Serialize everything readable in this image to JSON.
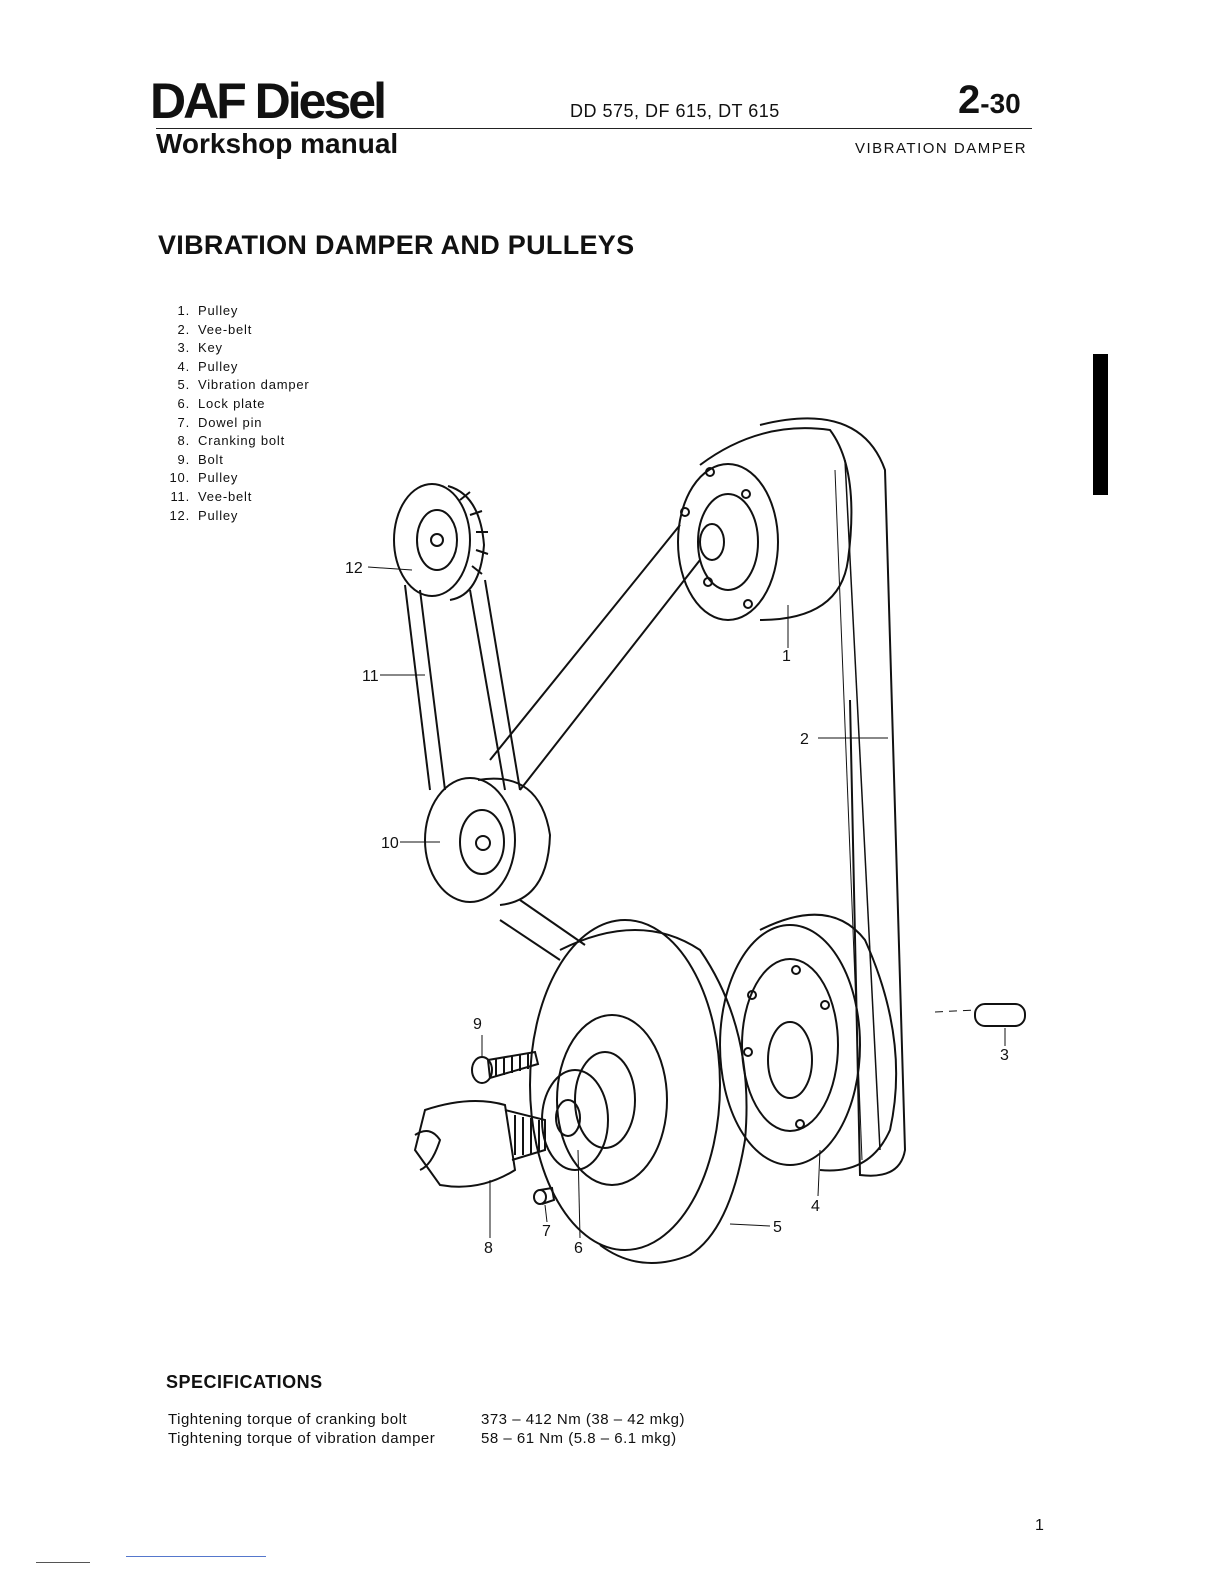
{
  "header": {
    "brand": "DAF Diesel",
    "subtitle": "Workshop manual",
    "models": "DD 575, DF 615, DT 615",
    "page_number": "2",
    "page_suffix": "-30",
    "section": "VIBRATION DAMPER"
  },
  "heading": "VIBRATION DAMPER AND PULLEYS",
  "parts": [
    {
      "num": "1.",
      "label": "Pulley"
    },
    {
      "num": "2.",
      "label": "Vee-belt"
    },
    {
      "num": "3.",
      "label": "Key"
    },
    {
      "num": "4.",
      "label": "Pulley"
    },
    {
      "num": "5.",
      "label": "Vibration damper"
    },
    {
      "num": "6.",
      "label": "Lock plate"
    },
    {
      "num": "7.",
      "label": "Dowel pin"
    },
    {
      "num": "8.",
      "label": "Cranking bolt"
    },
    {
      "num": "9.",
      "label": "Bolt"
    },
    {
      "num": "10.",
      "label": "Pulley"
    },
    {
      "num": "11.",
      "label": "Vee-belt"
    },
    {
      "num": "12.",
      "label": "Pulley"
    }
  ],
  "callouts": [
    "1",
    "2",
    "3",
    "4",
    "5",
    "6",
    "7",
    "8",
    "9",
    "10",
    "11",
    "12"
  ],
  "specifications": {
    "title": "SPECIFICATIONS",
    "rows": [
      {
        "label": "Tightening torque of cranking bolt",
        "value": "373 – 412 Nm (38 – 42 mkg)"
      },
      {
        "label": "Tightening torque of vibration damper",
        "value": "58 –   61 Nm (5.8 – 6.1 mkg)"
      }
    ]
  },
  "footer": {
    "page": "1"
  }
}
